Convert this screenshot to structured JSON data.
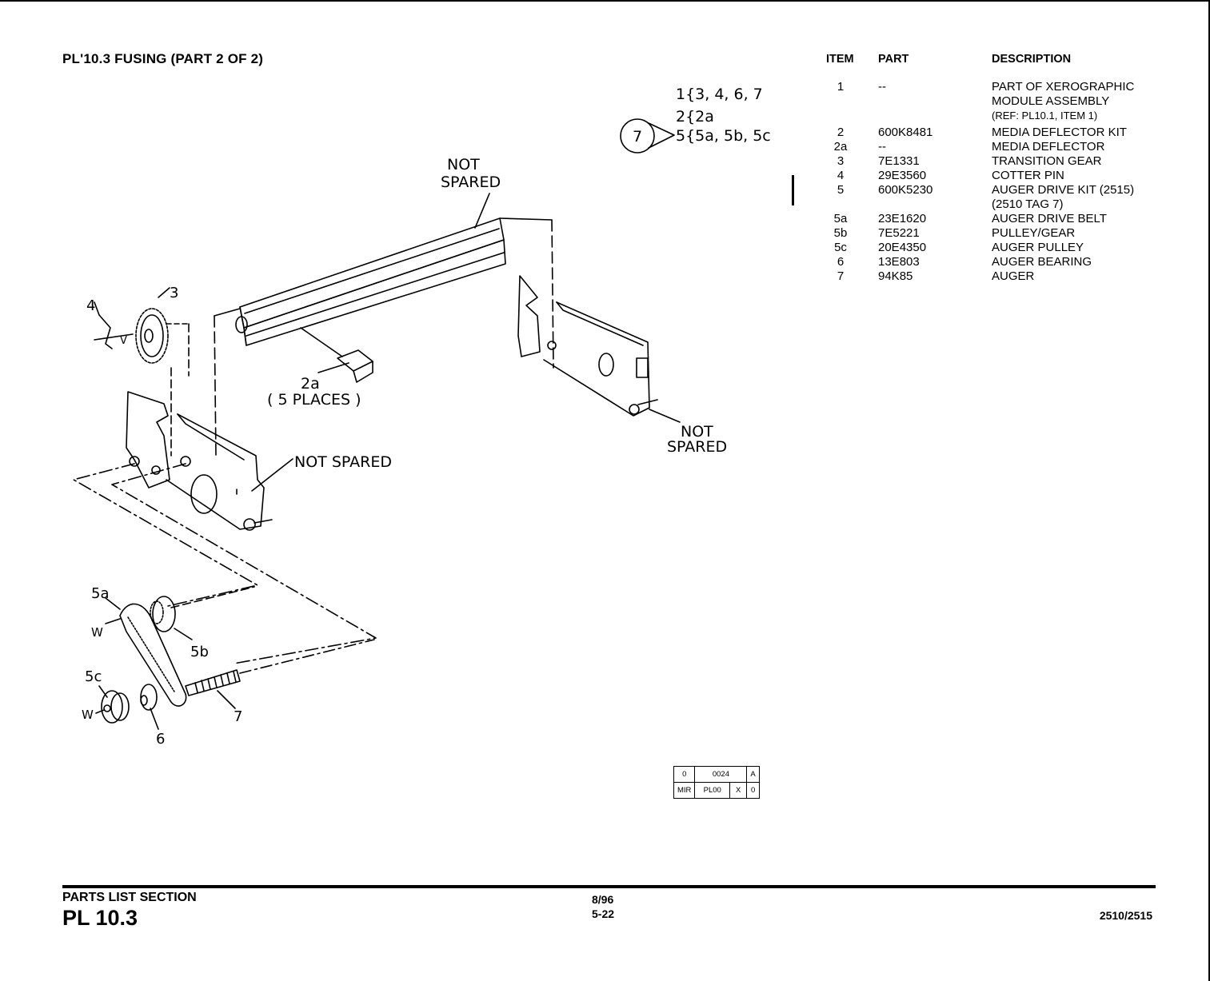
{
  "page_title": "PL'10.3 FUSING (PART 2 OF 2)",
  "parts_table": {
    "headers": {
      "item": "ITEM",
      "part": "PART",
      "description": "DESCRIPTION"
    },
    "rows": [
      {
        "item": "1",
        "part": "--",
        "desc": [
          "PART OF XEROGRAPHIC",
          "MODULE ASSEMBLY",
          "(REF: PL10.1, ITEM 1)"
        ]
      },
      {
        "item": "2",
        "part": "600K8481",
        "desc": [
          "MEDIA DEFLECTOR KIT"
        ]
      },
      {
        "item": "2a",
        "part": "--",
        "desc": [
          "MEDIA DEFLECTOR"
        ]
      },
      {
        "item": "3",
        "part": "7E1331",
        "desc": [
          "TRANSITION GEAR"
        ]
      },
      {
        "item": "4",
        "part": "29E3560",
        "desc": [
          "COTTER PIN"
        ]
      },
      {
        "item": "5",
        "part": "600K5230",
        "desc": [
          "AUGER DRIVE KIT (2515)",
          "(2510 TAG 7)"
        ]
      },
      {
        "item": "5a",
        "part": "23E1620",
        "desc": [
          "AUGER DRIVE BELT"
        ]
      },
      {
        "item": "5b",
        "part": "7E5221",
        "desc": [
          "PULLEY/GEAR"
        ]
      },
      {
        "item": "5c",
        "part": "20E4350",
        "desc": [
          "AUGER PULLEY"
        ]
      },
      {
        "item": "6",
        "part": "13E803",
        "desc": [
          "AUGER BEARING"
        ]
      },
      {
        "item": "7",
        "part": "94K85",
        "desc": [
          "AUGER"
        ]
      }
    ]
  },
  "diagram": {
    "kit_lines": [
      "1{3, 4, 6, 7",
      "2{2a",
      "5{5a, 5b, 5c"
    ],
    "tag_number": "7",
    "labels": {
      "not_spared_top": [
        "NOT",
        "SPARED"
      ],
      "not_spared_right": [
        "NOT",
        "SPARED"
      ],
      "not_spared_left": "NOT SPARED",
      "two_a": "2a",
      "five_places": "( 5 PLACES )",
      "item_3": "3",
      "item_4": "4",
      "item_5a": "5a",
      "item_5b": "5b",
      "item_5c": "5c",
      "item_6": "6",
      "item_7": "7",
      "w_1": "W",
      "w_2": "W",
      "v": "V"
    }
  },
  "stamp": {
    "row1": [
      "0",
      "0024",
      "A"
    ],
    "row2": [
      "MIR",
      "PL00",
      "X",
      "0"
    ]
  },
  "footer": {
    "section": "PARTS LIST SECTION",
    "pl": "PL 10.3",
    "date": "8/96",
    "page": "5-22",
    "model": "2510/2515"
  }
}
